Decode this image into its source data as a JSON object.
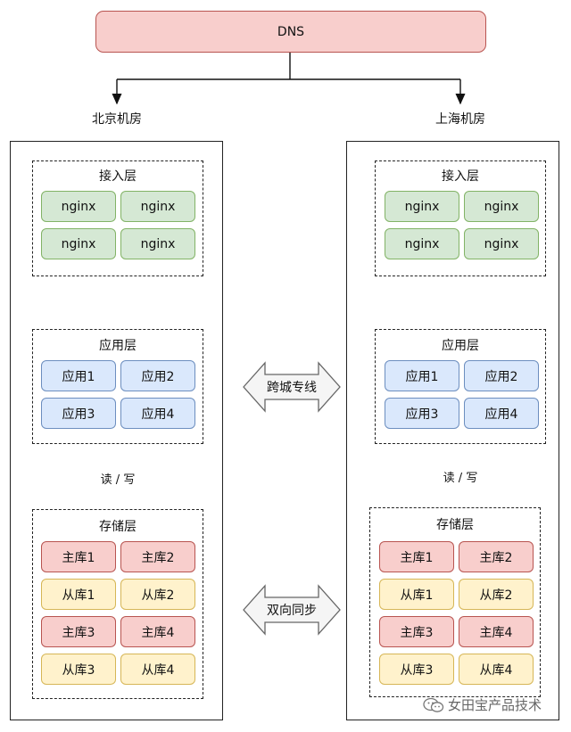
{
  "dns": {
    "label": "DNS"
  },
  "rooms": [
    {
      "name": "北京机房",
      "access": {
        "title": "接入层",
        "nodes": [
          "nginx",
          "nginx",
          "nginx",
          "nginx"
        ]
      },
      "app": {
        "title": "应用层",
        "nodes": [
          "应用1",
          "应用2",
          "应用3",
          "应用4"
        ]
      },
      "rw": "读 / 写",
      "storage": {
        "title": "存储层",
        "nodes": [
          "主库1",
          "主库2",
          "从库1",
          "从库2",
          "主库3",
          "主库4",
          "从库3",
          "从库4"
        ]
      }
    },
    {
      "name": "上海机房",
      "access": {
        "title": "接入层",
        "nodes": [
          "nginx",
          "nginx",
          "nginx",
          "nginx"
        ]
      },
      "app": {
        "title": "应用层",
        "nodes": [
          "应用1",
          "应用2",
          "应用3",
          "应用4"
        ]
      },
      "rw": "读 / 写",
      "storage": {
        "title": "存储层",
        "nodes": [
          "主库1",
          "主库2",
          "从库1",
          "从库2",
          "主库3",
          "主库4",
          "从库3",
          "从库4"
        ]
      }
    }
  ],
  "links": {
    "cross_city": "跨城专线",
    "sync": "双向同步"
  },
  "watermark": "女田宝产品技术",
  "colors": {
    "access_fill": "#d5e8d4",
    "app_fill": "#dae8fc",
    "master_fill": "#f8cecc",
    "slave_fill": "#fff2cc",
    "dns_fill": "#f8cecc"
  }
}
